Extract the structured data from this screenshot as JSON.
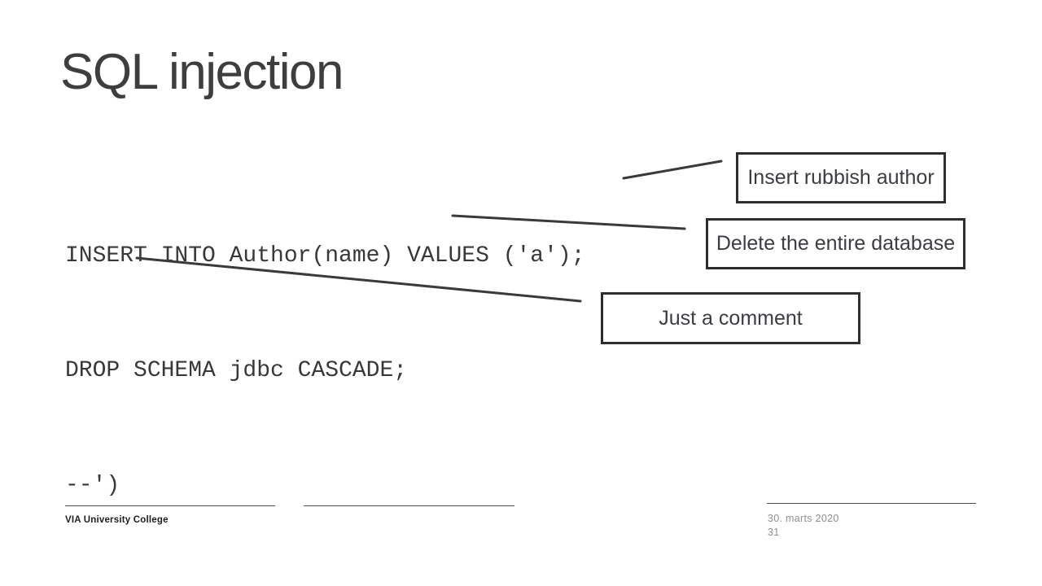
{
  "slide": {
    "title": "SQL injection",
    "code_lines": [
      "INSERT INTO Author(name) VALUES ('a');",
      "DROP SCHEMA jdbc CASCADE;",
      "--')"
    ],
    "callouts": [
      {
        "label": "Insert rubbish author"
      },
      {
        "label": "Delete the entire database"
      },
      {
        "label": "Just a comment"
      }
    ]
  },
  "footer": {
    "organization": "VIA University College",
    "date": "30. marts 2020",
    "page_number": "31"
  },
  "colors": {
    "background": "#ffffff",
    "title_text": "#3e3e3e",
    "code_text": "#383838",
    "connector_stroke": "#3a3a3a",
    "callout_border": "#2e2e30",
    "callout_text": "#3c3c42",
    "footer_text": "#1e1e1e",
    "footer_muted": "#8f8f93"
  }
}
